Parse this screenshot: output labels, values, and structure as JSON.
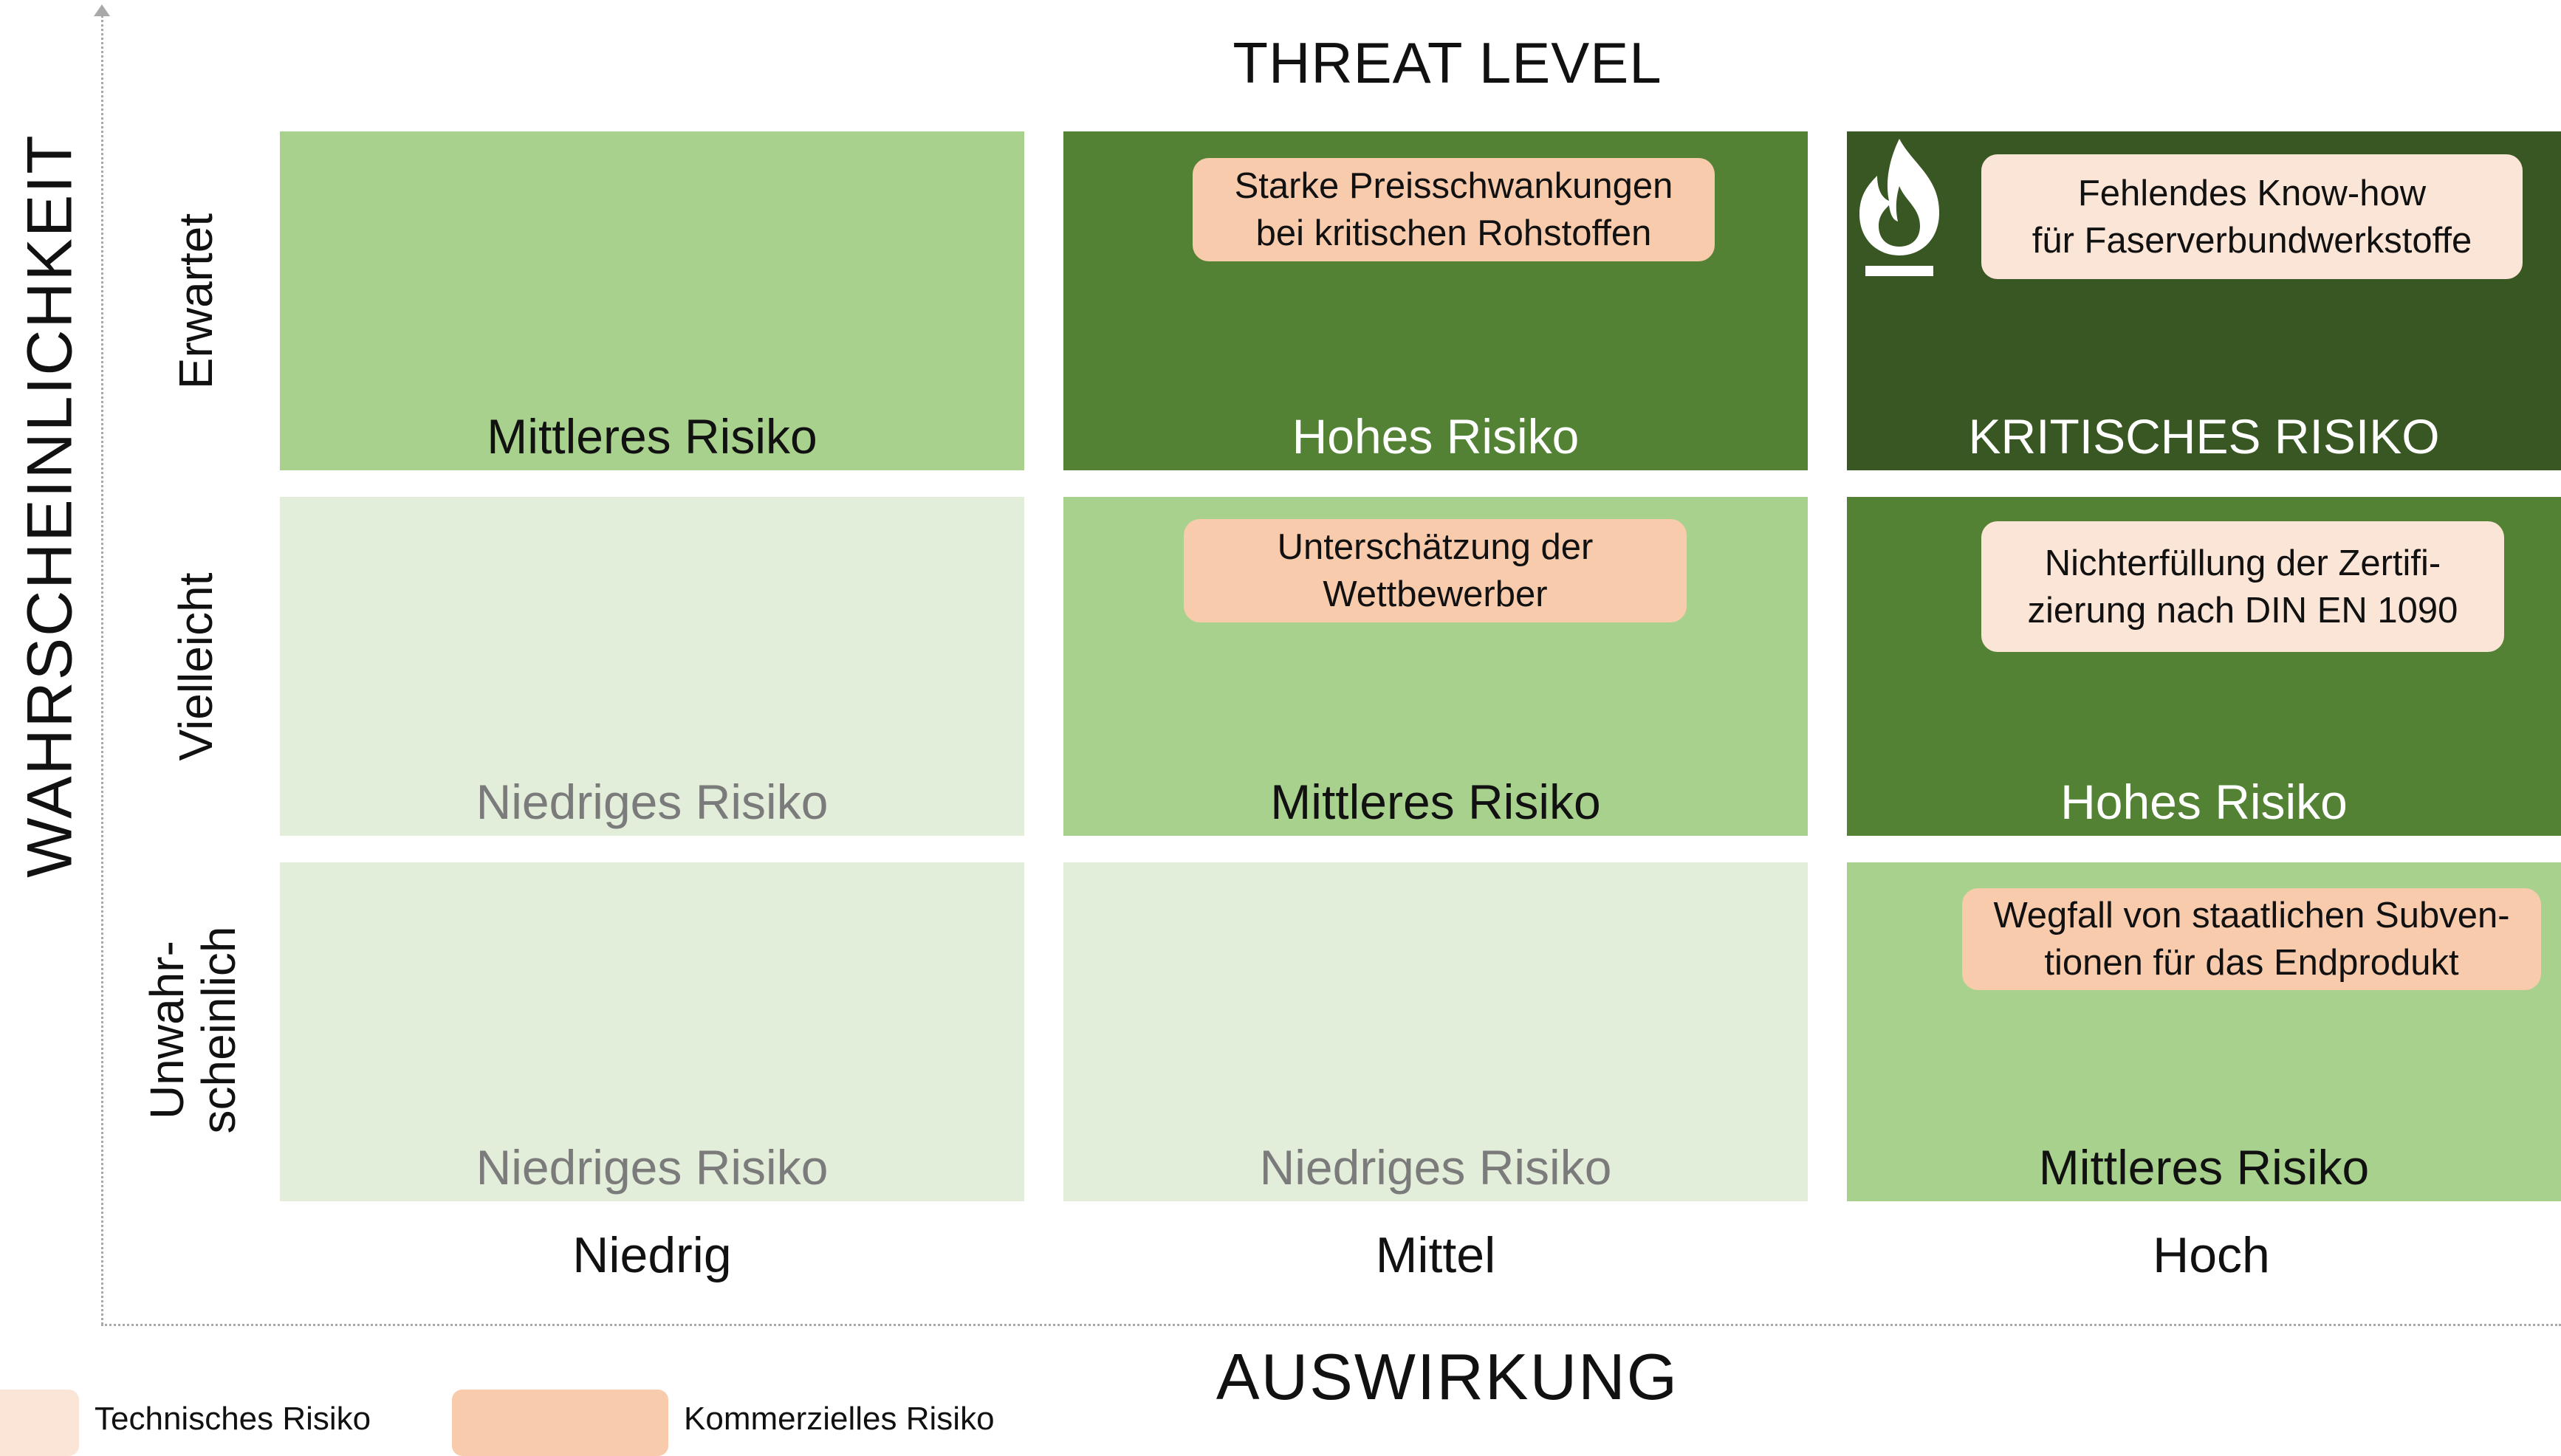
{
  "title": "THREAT LEVEL",
  "x_axis_title": "AUSWIRKUNG",
  "y_axis_title": "WAHRSCHEINLICHKEIT",
  "row_labels": {
    "top": "Erwartet",
    "middle": "Vielleicht",
    "bottom": "Unwahr-\nscheinlich"
  },
  "column_labels": {
    "low": "Niedrig",
    "mid": "Mittel",
    "high": "Hoch"
  },
  "cells": {
    "r1c1": "Mittleres Risiko",
    "r1c2": "Hohes Risiko",
    "r1c3": "KRITISCHES RISIKO",
    "r2c1": "Niedriges Risiko",
    "r2c2": "Mittleres Risiko",
    "r2c3": "Hohes Risiko",
    "r3c1": "Niedriges Risiko",
    "r3c2": "Niedriges Risiko",
    "r3c3": "Mittleres Risiko"
  },
  "risks": {
    "preis": "Starke Preisschwankungen\nbei kritischen Rohstoffen",
    "knowhow": "Fehlendes Know-how\nfür Faserverbundwerkstoffe",
    "wettbewerber": "Unterschätzung der\nWettbewerber",
    "zertifizierung": "Nichterfüllung der Zertifi-\nzierung nach DIN EN 1090",
    "subventionen": "Wegfall von staatlichen Subven-\ntionen für das Endprodukt"
  },
  "legend": {
    "technical": "Technisches Risiko",
    "commercial": "Kommerzielles Risiko"
  },
  "colors": {
    "low": "#e2eed9",
    "medium": "#a9d18e",
    "high": "#548235",
    "critical": "#385723",
    "technical_risk": "#fbe5d6",
    "commercial_risk": "#f8cbad"
  },
  "icons": {
    "critical_cell": "flammable-hazard-icon"
  }
}
